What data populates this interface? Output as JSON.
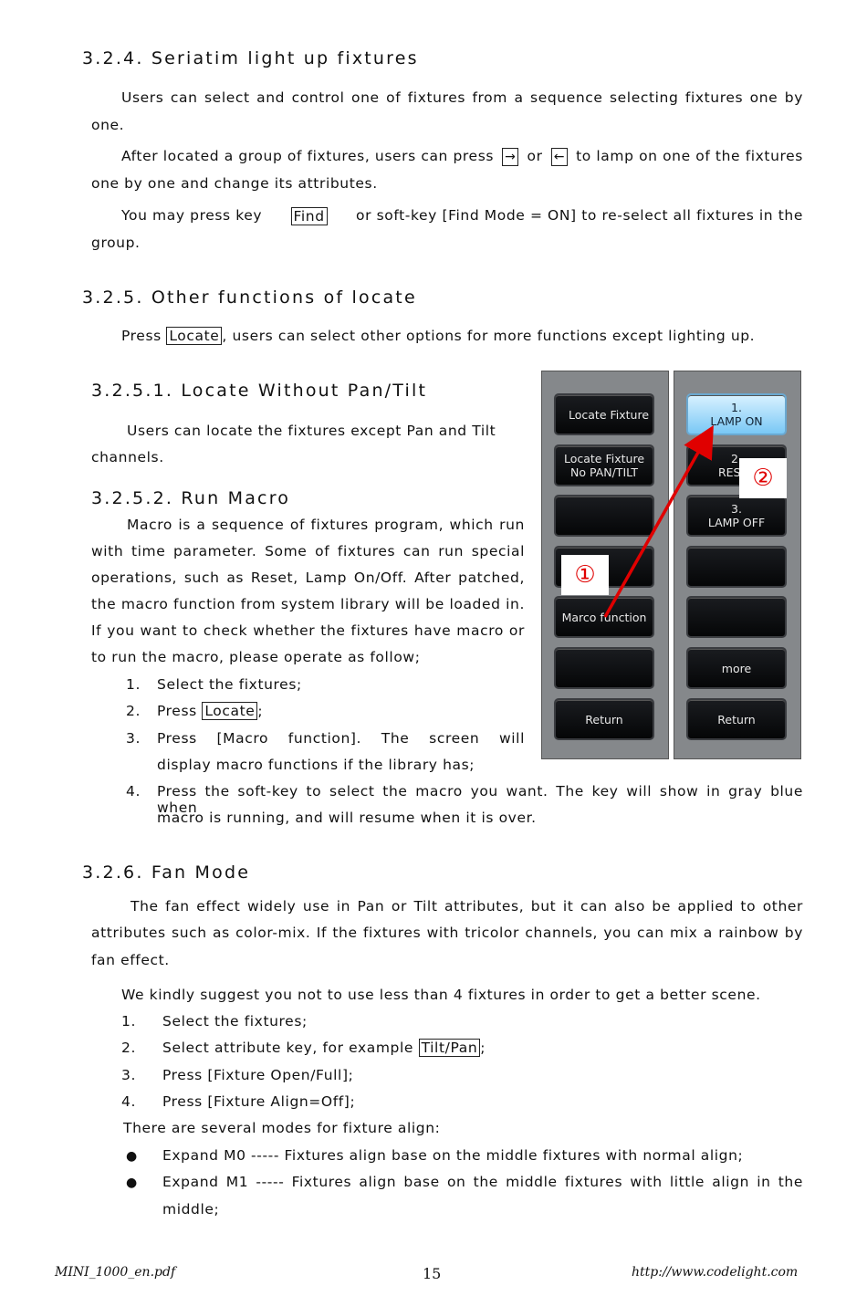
{
  "s324": {
    "heading": "3.2.4. Seriatim light up fixtures",
    "p1_a": "Users can select and control one of fixtures from a sequence selecting fixtures one by",
    "p1_b": "one.",
    "p2_a1": "After located a group of fixtures, users can press",
    "p2_or": "or",
    "p2_a2": "to lamp on one of the fixtures",
    "p2_b": "one by one and change its attributes.",
    "right_arrow": "→",
    "left_arrow": "←",
    "p3_a1": "You may press key",
    "p3_key": "Find",
    "p3_a2": "or soft-key [Find Mode = ON] to re-select all fixtures in the",
    "p3_b": "group."
  },
  "s325": {
    "heading": "3.2.5. Other functions of locate",
    "p1_a1": "Press",
    "p1_key": "Locate",
    "p1_a2": ", users can select other options for more functions except lighting up."
  },
  "s3251": {
    "heading": "3.2.5.1. Locate Without Pan/Tilt",
    "p1_a": "Users can locate the fixtures except Pan and Tilt",
    "p1_b": "channels."
  },
  "s3252": {
    "heading": "3.2.5.2. Run Macro",
    "lines": [
      "Macro is a sequence of fixtures program, which run",
      "with time parameter. Some of fixtures can run special",
      "operations, such as Reset, Lamp On/Off. After patched,",
      "the macro function from system library will be loaded in.",
      "If you want to check whether the fixtures have macro or",
      "to run the macro, please operate as follow;"
    ],
    "step1": "Select the fixtures;",
    "step2_a": "Press",
    "step2_key": "Locate",
    "step2_b": ";",
    "step3_a": "Press [Macro function]. The screen will",
    "step3_b": "display macro functions if the library has;",
    "step4_a": "Press the soft-key to select the macro you want. The key will show in gray blue when",
    "step4_b": "macro is running, and will resume when it is over.",
    "nums": [
      "1.",
      "2.",
      "3.",
      "4."
    ]
  },
  "ui": {
    "left_buttons": [
      [
        "Locate Fixture"
      ],
      [
        "Locate Fixture",
        "No PAN/TILT"
      ],
      [
        ""
      ],
      [
        ""
      ],
      [
        "Marco function"
      ],
      [
        ""
      ],
      [
        "Return"
      ]
    ],
    "right_buttons": [
      [
        "1.",
        "LAMP ON"
      ],
      [
        "2.",
        "RESET"
      ],
      [
        "3.",
        "LAMP OFF"
      ],
      [
        ""
      ],
      [
        ""
      ],
      [
        "more"
      ],
      [
        "Return"
      ]
    ],
    "callout1": "①",
    "callout2": "②",
    "arrow_color": "#e00000",
    "active_color": "#79c8f5"
  },
  "s326": {
    "heading": "3.2.6. Fan Mode",
    "p1_a": "The fan effect widely use in Pan or Tilt attributes, but it can also be applied to other",
    "p1_b": "attributes such as color-mix. If the fixtures with tricolor channels, you can mix a rainbow by",
    "p1_c": "fan effect.",
    "p2": "We kindly suggest you not to use less than 4 fixtures in order to get a better scene.",
    "step1": "Select the fixtures;",
    "step2_a": "Select attribute key, for example",
    "step2_key": "Tilt/Pan",
    "step2_b": ";",
    "step3": "Press [Fixture Open/Full];",
    "step4": "Press [Fixture Align=Off];",
    "p3": "There are several modes for fixture align:",
    "bullet_glyph": "●",
    "b1": "Expand M0 ----- Fixtures align base on the middle fixtures with normal align;",
    "b2_a": "Expand M1 ----- Fixtures align base on the middle fixtures with little align in the",
    "b2_b": "middle;",
    "nums": [
      "1.",
      "2.",
      "3.",
      "4."
    ]
  },
  "footer": {
    "left": "MINI_1000_en.pdf",
    "page": "15",
    "right": "http://www.codelight.com"
  }
}
